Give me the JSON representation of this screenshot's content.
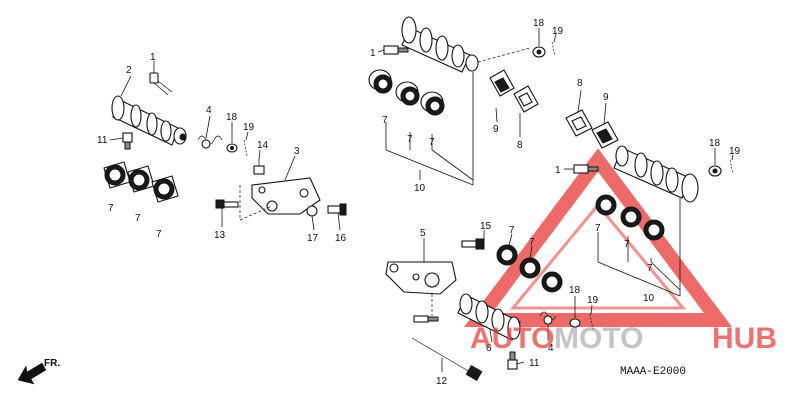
{
  "diagram": {
    "part_code": "MAAA-E2000",
    "direction_label": "FR.",
    "watermark": {
      "part1": "AUTO",
      "part2": "MOTO",
      "part3": "HUB",
      "color_red": "#e53935",
      "color_gray": "#9e9e9e"
    },
    "callouts": {
      "c1a": "1",
      "c2": "2",
      "c4a": "4",
      "c18a": "18",
      "c19a": "19",
      "c11a": "11",
      "c14": "14",
      "c3": "3",
      "c7a": "7",
      "c7b": "7",
      "c7c": "7",
      "c13": "13",
      "c17": "17",
      "c16": "16",
      "c1b": "1",
      "c18b": "18",
      "c19b": "19",
      "c7d": "7",
      "c7e": "7",
      "c7f": "7",
      "c10a": "10",
      "c9a": "9",
      "c8a": "8",
      "c8b": "8",
      "c9b": "9",
      "c1c": "1",
      "c18c": "18",
      "c19c": "19",
      "c7g": "7",
      "c7h": "7",
      "c7i": "7",
      "c10b": "10",
      "c5": "5",
      "c15": "15",
      "c7j": "7",
      "c7k": "7",
      "c18d": "18",
      "c19d": "19",
      "c4b": "4",
      "c6": "6",
      "c11b": "11",
      "c12": "12"
    }
  }
}
